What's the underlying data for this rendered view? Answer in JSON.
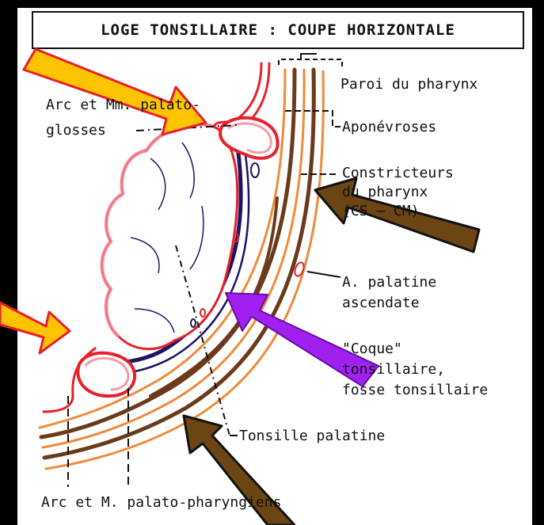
{
  "title": "LOGE TONSILLAIRE : COUPE HORIZONTALE",
  "labels": {
    "arc_glosses_line1": "Arc et Mm. palato-",
    "arc_glosses_line2": "glosses",
    "paroi": "Paroi du pharynx",
    "aponevroses": "Aponévroses",
    "constricteurs_line1": "Constricteurs",
    "constricteurs_line2": "du pharynx",
    "constricteurs_line3": "(CS — CM)",
    "artere_line1": "A. palatine",
    "artere_line2": "ascendate",
    "coque_line1": "\"Coque\"",
    "coque_line2": "tonsillaire,",
    "coque_line3": "fosse tonsillaire",
    "tonsille": "Tonsille palatine",
    "arc_pharyngiens": "Arc et M. palato-pharyngiens"
  },
  "colors": {
    "mucosa_red": "#e8202a",
    "mucosa_pink": "#f59aa6",
    "capsule_blue": "#1c1466",
    "muscle_brown": "#6b3a1a",
    "fascia_orange": "#f08a3a",
    "arrow_yellow": "#ffc400",
    "arrow_brown": "#6b4513",
    "arrow_purple": "#a020f0"
  },
  "arrows": [
    {
      "name": "yellow-arrow-top",
      "color": "arrow_yellow"
    },
    {
      "name": "yellow-arrow-left",
      "color": "arrow_yellow"
    },
    {
      "name": "brown-arrow-right",
      "color": "arrow_brown"
    },
    {
      "name": "purple-arrow",
      "color": "arrow_purple"
    },
    {
      "name": "brown-arrow-bottom",
      "color": "arrow_brown"
    }
  ]
}
